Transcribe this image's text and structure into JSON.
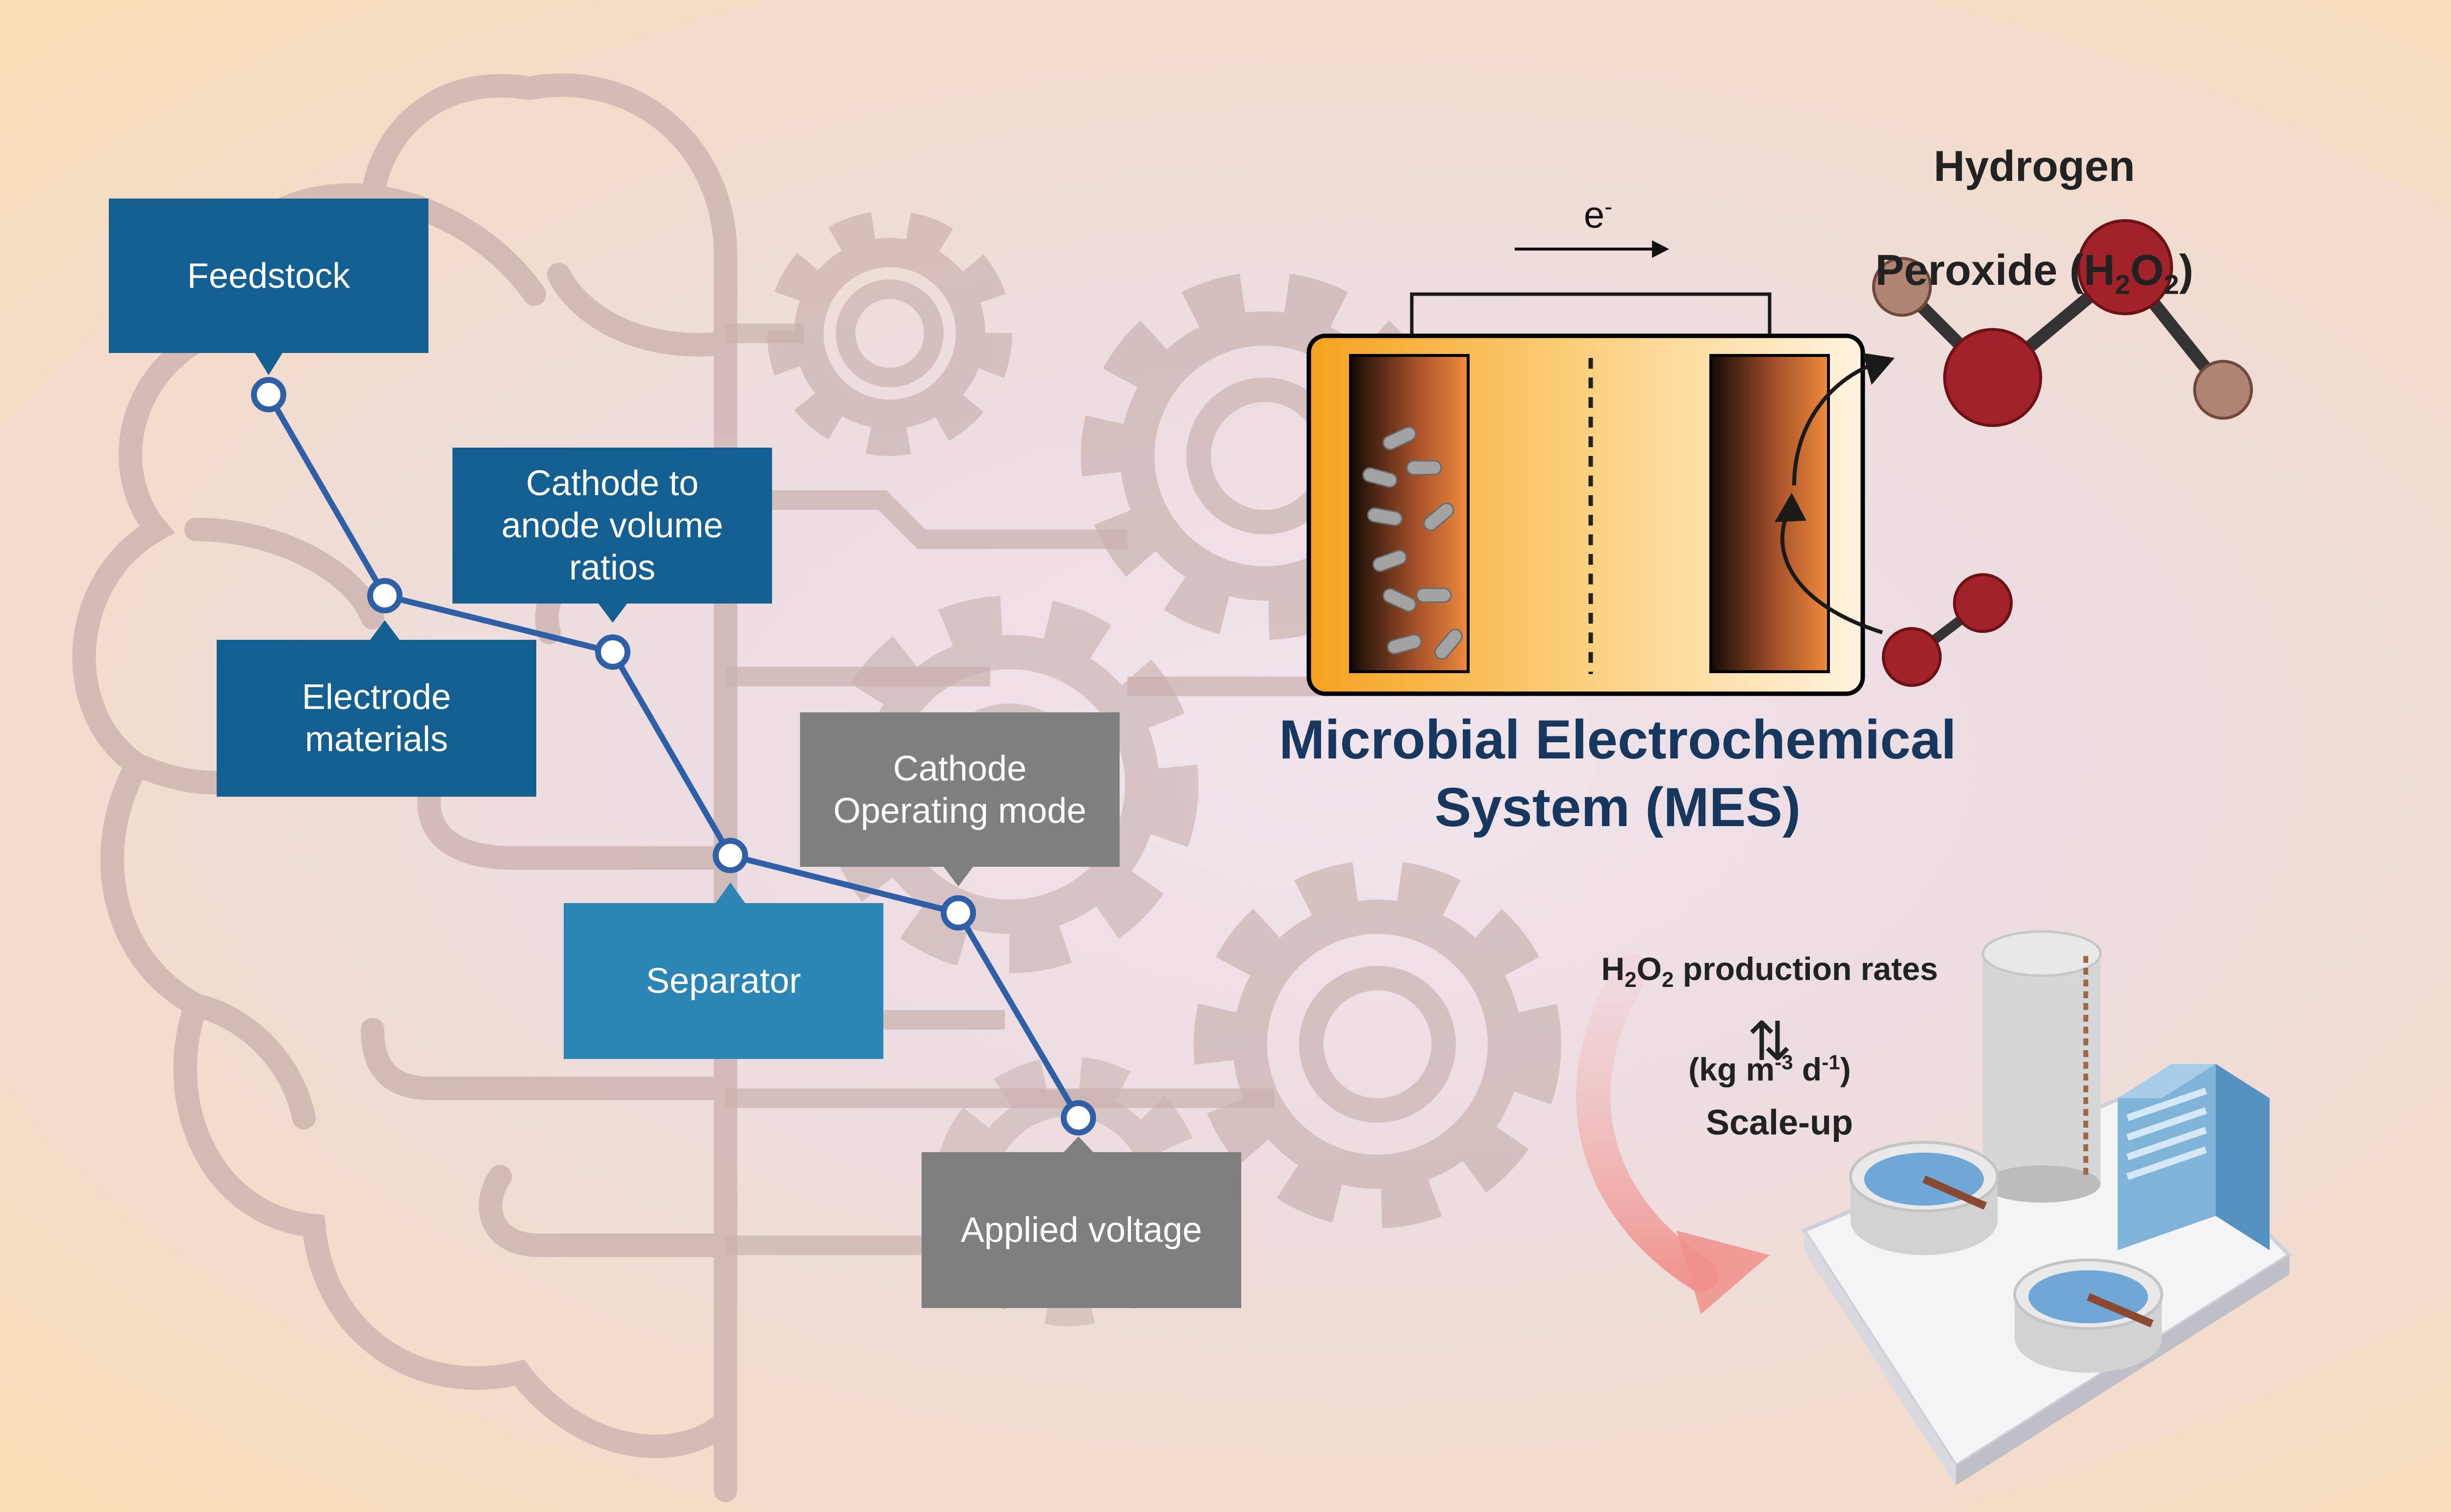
{
  "parameters": [
    {
      "id": "feedstock",
      "label": "Feedstock"
    },
    {
      "id": "electrode",
      "label": "Electrode\nmaterials"
    },
    {
      "id": "ratio",
      "label": "Cathode to\nanode volume\nratios"
    },
    {
      "id": "separator",
      "label": "Separator"
    },
    {
      "id": "mode",
      "label": "Cathode\nOperating mode"
    },
    {
      "id": "voltage",
      "label": "Applied voltage"
    }
  ],
  "mes": {
    "title": "Microbial Electrochemical\nSystem (MES)",
    "electron_label": "e",
    "electron_sup": "-"
  },
  "product": {
    "line1": "Hydrogen",
    "line2_prefix": "Peroxide (H",
    "sub1": "2",
    "mid": "O",
    "sub2": "2",
    "suffix": ")"
  },
  "scaleup": {
    "rate_prefix": "H",
    "rate_sub1": "2",
    "rate_mid": "O",
    "rate_sub2": "2",
    "rate_suffix": " production rates",
    "unit_open": "(kg m",
    "unit_exp1": "-3",
    "unit_mid": " d",
    "unit_exp2": "-1",
    "unit_close": ")",
    "arrows": "⇅",
    "label": "Scale-up"
  },
  "colors": {
    "dark_blue": "#135f92",
    "light_blue": "#2b86b5",
    "gray_box": "#7f7f7f",
    "title_navy": "#17375e",
    "path_line": "#2f5fa6",
    "outline": "#c4aaa8"
  }
}
